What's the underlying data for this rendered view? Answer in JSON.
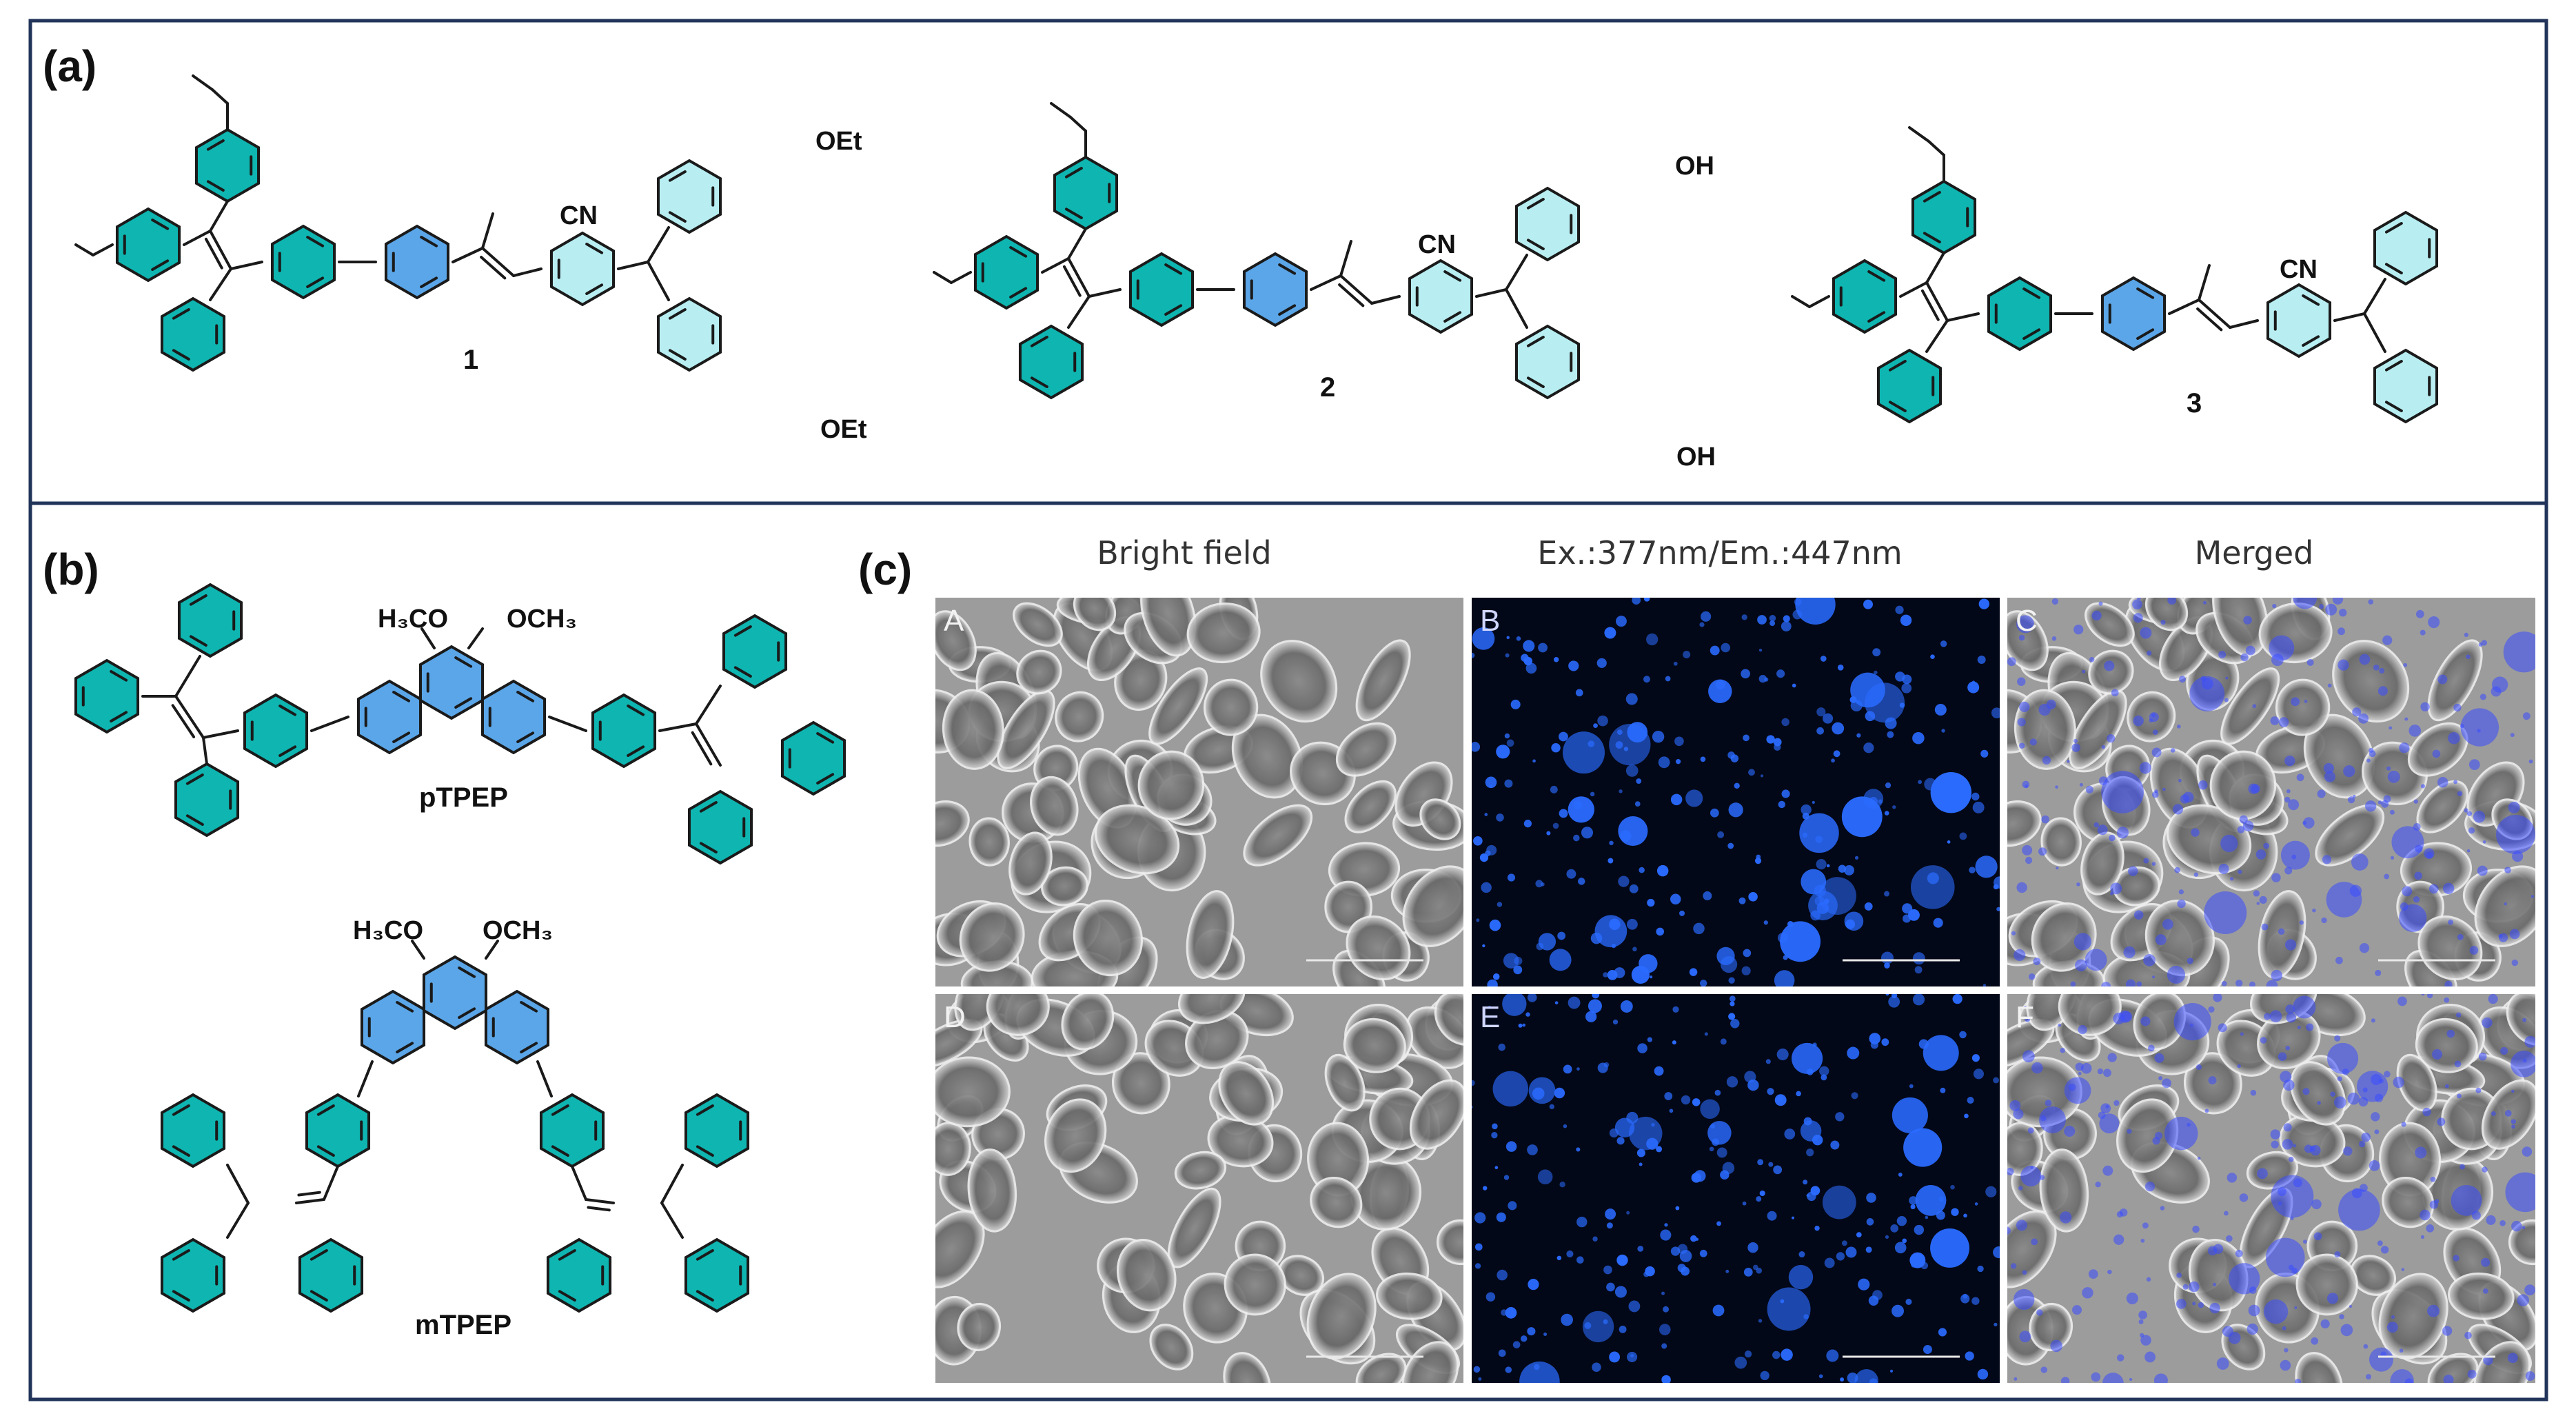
{
  "panels": {
    "a": {
      "label": "(a)",
      "compounds": [
        {
          "number": "1",
          "substituents": [
            "OEt",
            "OEt"
          ]
        },
        {
          "number": "2",
          "substituents": [
            "OH",
            "OH"
          ]
        },
        {
          "number": "3",
          "substituents": []
        }
      ],
      "nitrile_label": "CN"
    },
    "b": {
      "label": "(b)",
      "molecules": [
        {
          "name": "pTPEP",
          "left_methoxy": "H₃CO",
          "right_methoxy": "OCH₃"
        },
        {
          "name": "mTPEP",
          "left_methoxy": "H₃CO",
          "right_methoxy": "OCH₃"
        }
      ]
    },
    "c": {
      "label": "(c)",
      "columns": [
        "Bright field",
        "Ex.:377nm/Em.:447nm",
        "Merged"
      ],
      "tiles": [
        {
          "letter": "A",
          "kind": "bright"
        },
        {
          "letter": "B",
          "kind": "fluor"
        },
        {
          "letter": "C",
          "kind": "merged"
        },
        {
          "letter": "D",
          "kind": "bright"
        },
        {
          "letter": "E",
          "kind": "fluor"
        },
        {
          "letter": "F",
          "kind": "merged"
        }
      ]
    }
  },
  "colors": {
    "teal_ring": "#0fb5b0",
    "blue_ring": "#5ba6e8",
    "light_ring": "#b8eef2",
    "border": "#22345a",
    "fluor_dot": "#2a6bff"
  }
}
